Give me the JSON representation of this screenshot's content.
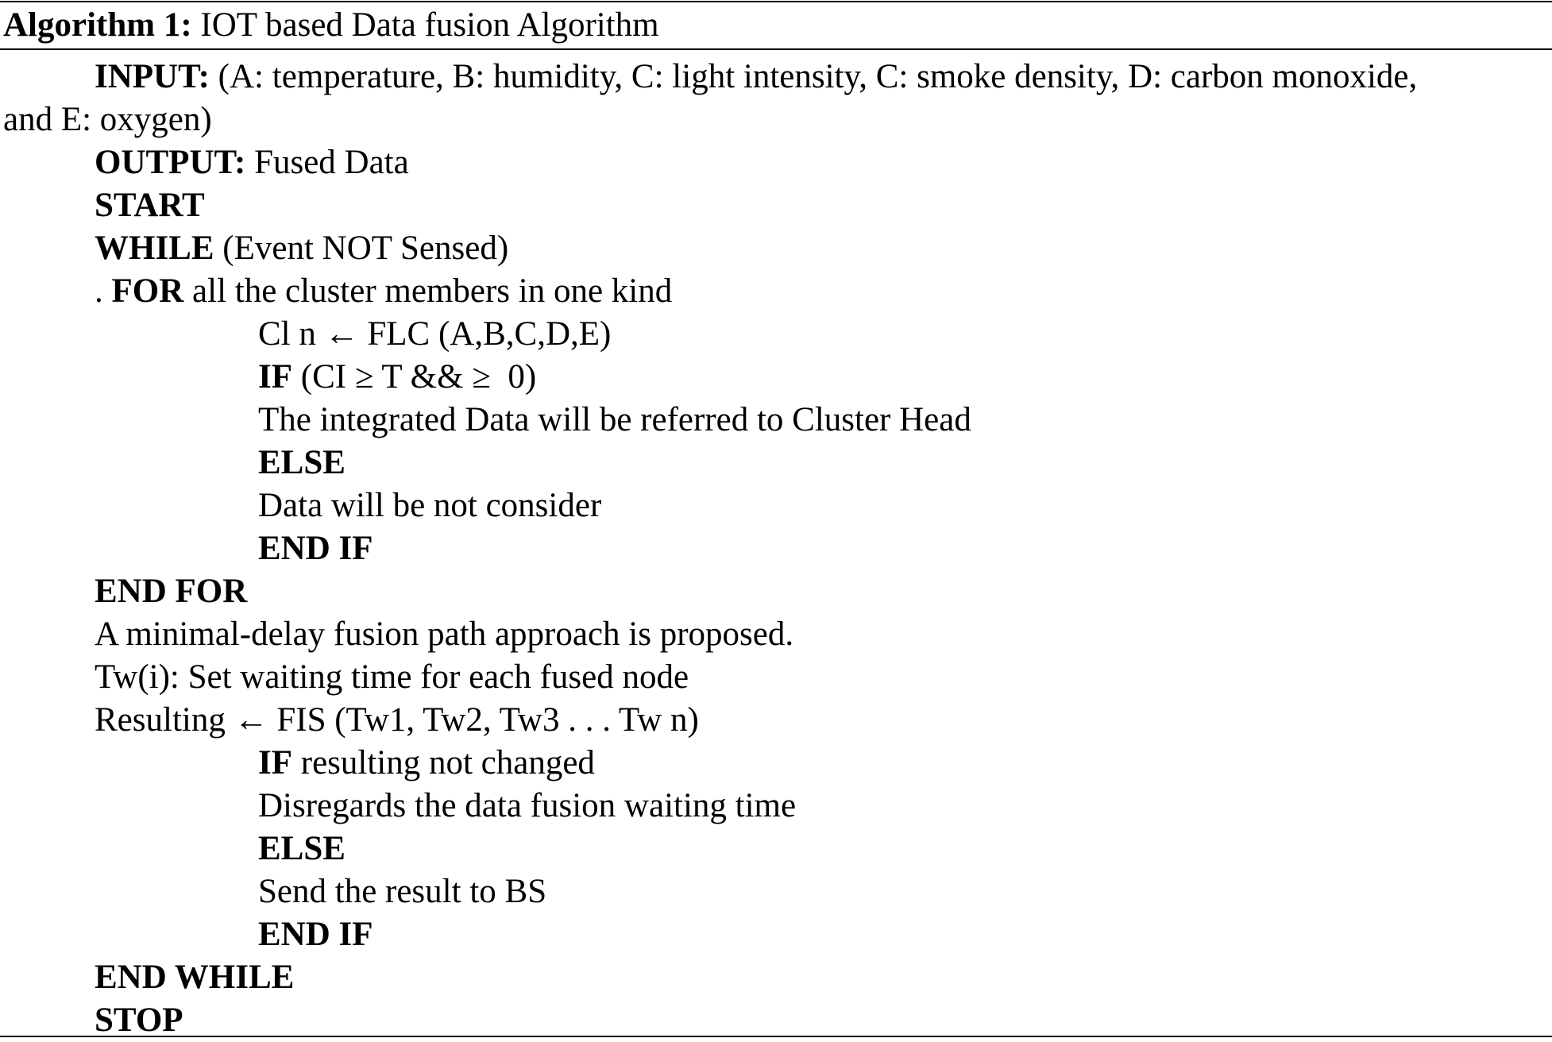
{
  "title": {
    "label": "Algorithm 1:",
    "text": "IOT based Data fusion Algorithm"
  },
  "lines": [
    {
      "indent": 1,
      "kw": "INPUT:",
      "text": " (A: temperature, B: humidity, C: light intensity, C: smoke density, D: carbon monoxide,"
    },
    {
      "indent": 0,
      "kw": "",
      "text": "and E: oxygen)"
    },
    {
      "indent": 1,
      "kw": "OUTPUT:",
      "text": " Fused Data"
    },
    {
      "indent": 1,
      "kw": "START",
      "text": ""
    },
    {
      "indent": 1,
      "kw": "WHILE",
      "text": " (Event NOT Sensed)"
    },
    {
      "indent": 1,
      "pre": ". ",
      "kw": "FOR",
      "text": " all the cluster members in one kind"
    },
    {
      "indent": 2,
      "kw": "",
      "text": "Cl n ← FLC (A,B,C,D,E)"
    },
    {
      "indent": 2,
      "kw": "IF",
      "text": " (CI ≥ T && ≥  0)"
    },
    {
      "indent": 2,
      "kw": "",
      "text": "The integrated Data will be referred to Cluster Head"
    },
    {
      "indent": 2,
      "kw": "ELSE",
      "text": ""
    },
    {
      "indent": 2,
      "kw": "",
      "text": "Data will be not consider"
    },
    {
      "indent": 2,
      "kw": "END IF",
      "text": ""
    },
    {
      "indent": 1,
      "kw": "END FOR",
      "text": ""
    },
    {
      "indent": 1,
      "kw": "",
      "text": "A minimal-delay fusion path approach is proposed."
    },
    {
      "indent": 1,
      "kw": "",
      "text": "Tw(i): Set waiting time for each fused node"
    },
    {
      "indent": 1,
      "kw": "",
      "text": "Resulting ← FIS (Tw1, Tw2, Tw3 . . . Tw n)"
    },
    {
      "indent": 2,
      "kw": "IF",
      "text": " resulting not changed"
    },
    {
      "indent": 2,
      "kw": "",
      "text": "Disregards the data fusion waiting time"
    },
    {
      "indent": 2,
      "kw": "ELSE",
      "text": ""
    },
    {
      "indent": 2,
      "kw": "",
      "text": "Send the result to BS"
    },
    {
      "indent": 2,
      "kw": "END IF",
      "text": ""
    },
    {
      "indent": 1,
      "kw": "END WHILE",
      "text": ""
    },
    {
      "indent": 1,
      "kw": "STOP",
      "text": ""
    }
  ]
}
